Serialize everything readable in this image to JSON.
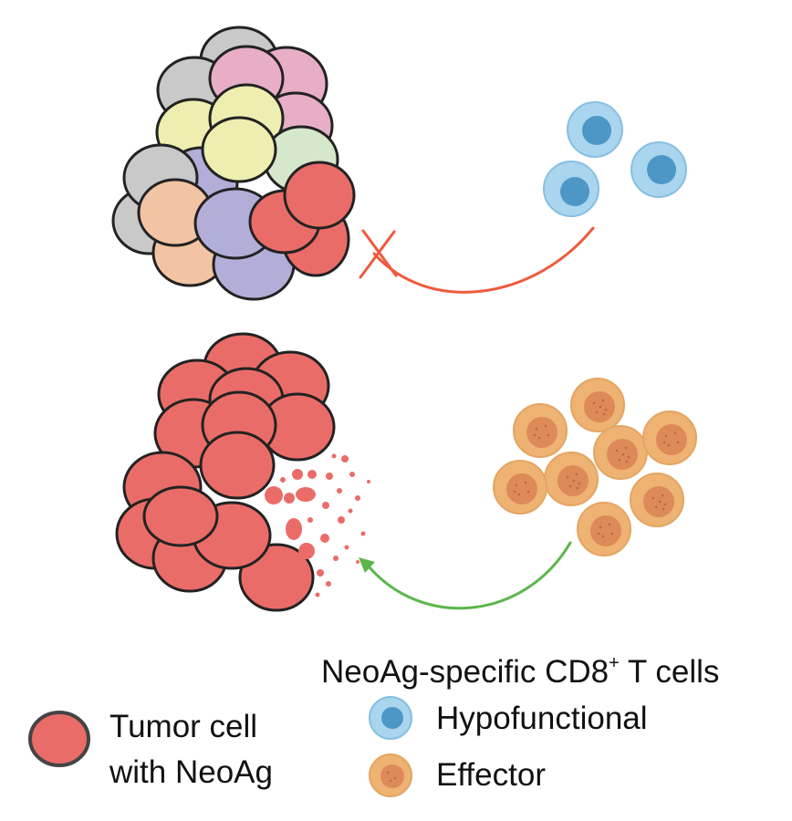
{
  "legend": {
    "title_main": "NeoAg-specific CD8",
    "title_sup": "+",
    "title_end": " T cells",
    "tumor_line1": "Tumor cell",
    "tumor_line2": "with NeoAg",
    "hypofunctional": "Hypofunctional",
    "effector": "Effector"
  },
  "colors": {
    "tumor_neoag": "#ea6c68",
    "cell_outline": "#222222",
    "gray_cell": "#c9c9c9",
    "pink_cell": "#e8aec8",
    "yellow_cell": "#eeeeb0",
    "green_cell": "#d6e8cc",
    "lavender_cell": "#b3aed8",
    "peach_cell": "#f2c4a3",
    "hypofunctional_outer": "#a9d5ee",
    "hypofunctional_inner": "#4d97c6",
    "effector_outer": "#eeb273",
    "effector_inner": "#dd8a58",
    "blocked_arrow": "#ee5a3c",
    "active_arrow": "#5ab74a",
    "debris": "#ea6c68"
  }
}
